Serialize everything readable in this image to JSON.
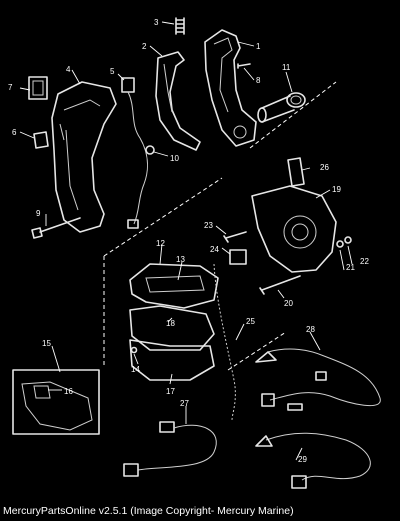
{
  "caption": "MercuryPartsOnline v2.5.1 (Image Copyright- Mercury Marine)",
  "callouts": {
    "c1": "1",
    "c2": "2",
    "c3": "3",
    "c4": "4",
    "c5": "5",
    "c6": "6",
    "c7": "7",
    "c8": "8",
    "c9": "9",
    "c10": "10",
    "c11": "11",
    "c12": "12",
    "c13": "13",
    "c14": "14",
    "c15": "15",
    "c16": "16",
    "c17": "17",
    "c18": "18",
    "c19": "19",
    "c20": "20",
    "c21": "21",
    "c22": "22",
    "c23": "23",
    "c24": "24",
    "c25": "25",
    "c26": "26",
    "c27": "27",
    "c28": "28",
    "c29": "29"
  }
}
